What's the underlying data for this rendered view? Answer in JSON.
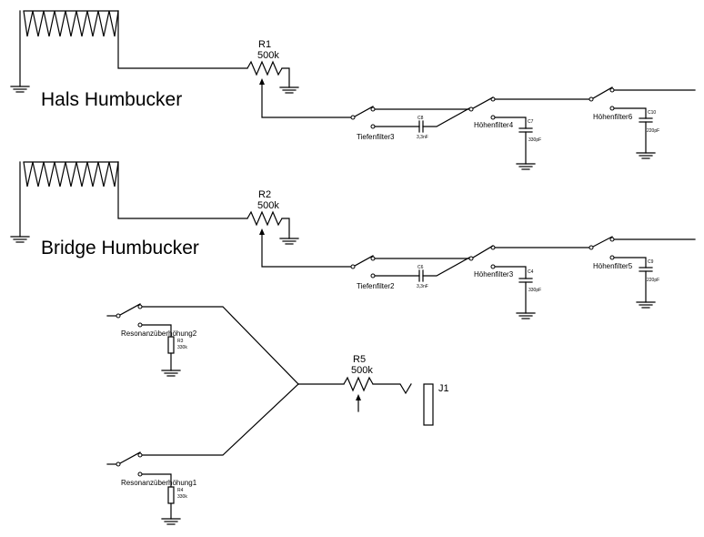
{
  "pickups": {
    "neck": "Hals Humbucker",
    "bridge": "Bridge Humbucker"
  },
  "pots": {
    "r1": {
      "ref": "R1",
      "value": "500k"
    },
    "r2": {
      "ref": "R2",
      "value": "500k"
    },
    "r5": {
      "ref": "R5",
      "value": "500k"
    }
  },
  "neck_chain": {
    "switch_low": "Tiefenfilter3",
    "cap_low": {
      "ref": "C8",
      "value": "3,3nF"
    },
    "switch_mid": "Höhenfilter4",
    "cap_mid": {
      "ref": "C7",
      "value": "330pF"
    },
    "switch_high": "Höhenfilter6",
    "cap_high": {
      "ref": "C10",
      "value": "220pF"
    }
  },
  "bridge_chain": {
    "switch_low": "Tiefenfilter2",
    "cap_low": {
      "ref": "C6",
      "value": "3,3nF"
    },
    "switch_mid": "Höhenfilter3",
    "cap_mid": {
      "ref": "C4",
      "value": "330pF"
    },
    "switch_high": "Höhenfilter5",
    "cap_high": {
      "ref": "C9",
      "value": "220pF"
    }
  },
  "resonance": {
    "upper": {
      "switch": "Resonanzüberhöhung2",
      "ref": "R3",
      "value": "330k"
    },
    "lower": {
      "switch": "Resonanzüberhöhung1",
      "ref": "R4",
      "value": "330k"
    }
  },
  "jack": {
    "ref": "J1"
  }
}
